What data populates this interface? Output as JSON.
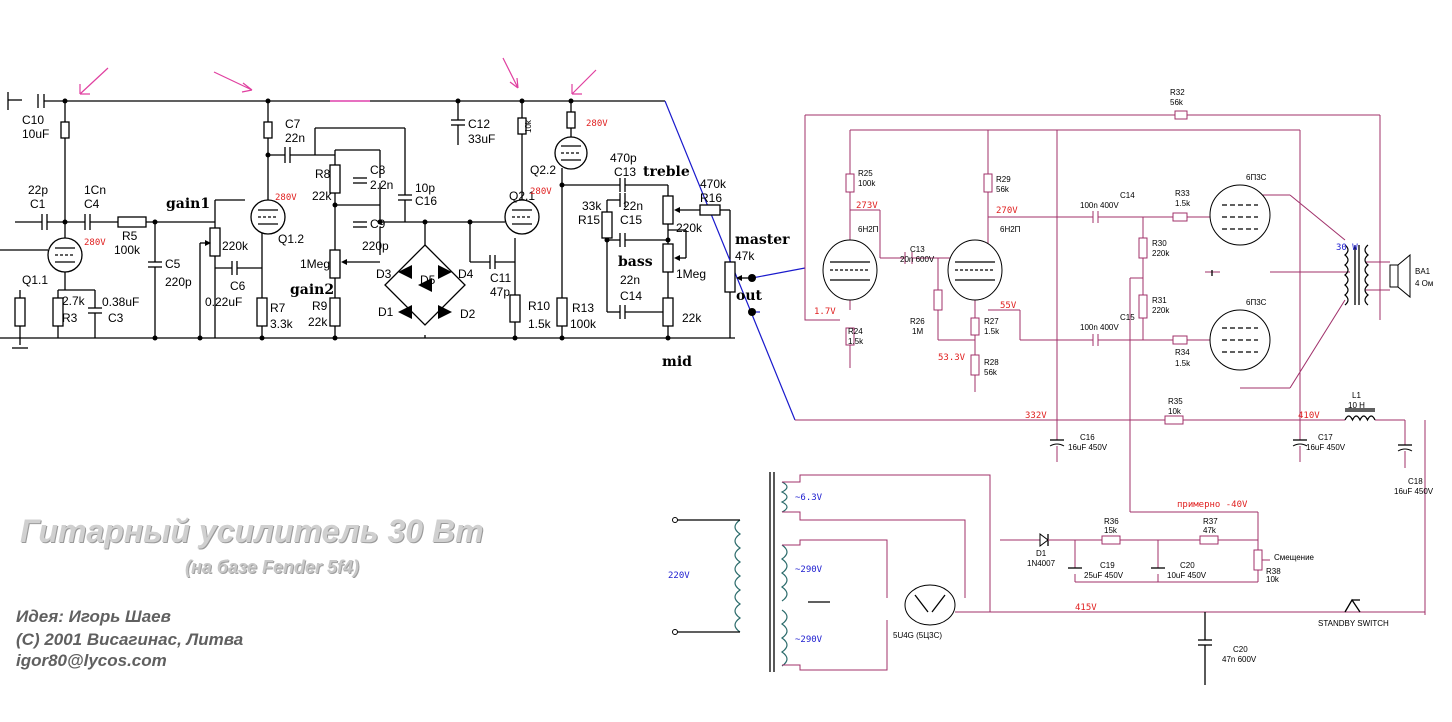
{
  "title": "Гитарный усилитель 30 Вт",
  "subtitle": "(на базе Fender 5f4)",
  "credits": {
    "idea": "Идея: Игорь Шаев",
    "copyright": "(C) 2001 Висагинас, Литва",
    "email": "igor80@lycos.com"
  },
  "preamp": {
    "c10": "C10",
    "c10v": "10uF",
    "c1v": "22p",
    "c1": "C1",
    "c4v": "1Cn",
    "c4": "C4",
    "r5": "R5",
    "r5v": "100k",
    "q11": "Q1.1",
    "r3v": "2.7k",
    "r3": "R3",
    "c3v": "0.38uF",
    "c3": "C3",
    "c5": "C5",
    "c5v": "220p",
    "gain1": "gain1",
    "pot1": "220k",
    "c6": "C6",
    "c6v": "0.22uF",
    "r7": "R7",
    "r7v": "3.3k",
    "q12": "Q1.2",
    "c7": "C7",
    "c7v": "22n",
    "r8": "R8",
    "r8v": "22k",
    "c8": "C8",
    "c8v": "2.2n",
    "c9": "C9",
    "c9v": "220p",
    "meg1": "1Meg",
    "gain2": "gain2",
    "r9": "R9",
    "r9v": "22k",
    "c16v": "10p",
    "c16": "C16",
    "c12": "C12",
    "c12v": "33uF",
    "d1": "D1",
    "d2": "D2",
    "d3": "D3",
    "d4": "D4",
    "d5": "D5",
    "c11": "C11",
    "c11v": "47p",
    "r10": "R10",
    "r10v": "1.5k",
    "q21": "Q2.1",
    "q22": "Q2.2",
    "c13v": "470p",
    "c13": "C13",
    "r15v": "33k",
    "r15": "R15",
    "c15v": "22n",
    "c15": "C15",
    "c14v": "22n",
    "c14": "C14",
    "treble": "treble",
    "bass": "bass",
    "mid": "mid",
    "pot_t": "220k",
    "pot_b": "1Meg",
    "pot_m": "22k",
    "r13": "R13",
    "r13v": "100k",
    "r16v": "470k",
    "r16": "R16",
    "master": "master",
    "masterv": "47k",
    "out": "out",
    "res10k": "10k",
    "v280a": "280V",
    "v280b": "280V",
    "v280c": "280V",
    "v280d": "280V"
  },
  "poweramp": {
    "r32": "R32",
    "r32v": "56k",
    "r25": "R25",
    "r25v": "100k",
    "r29": "R29",
    "r29v": "56k",
    "v273": "273V",
    "v270": "270V",
    "v17": "1.7V",
    "v55": "55V",
    "v533": "53.3V",
    "tube1": "6Н2П",
    "tube2": "6Н2П",
    "c13": "C13",
    "c13v": "20n 600V",
    "c14": "C14",
    "c14v": "100n 400V",
    "c15": "C15",
    "c15v": "100n 400V",
    "r33": "R33",
    "r33v": "1.5k",
    "r34": "R34",
    "r34v": "1.5k",
    "r30": "R30",
    "r30v": "220k",
    "r31": "R31",
    "r31v": "220k",
    "r24": "R24",
    "r24v": "1.5k",
    "r26": "R26",
    "r26v": "1M",
    "r27": "R27",
    "r27v": "1.5k",
    "r28": "R28",
    "r28v": "56k",
    "out1": "6П3С",
    "out2": "6П3С",
    "watts": "30 W",
    "ba1": "BA1",
    "ba1v": "4 Ом"
  },
  "supply": {
    "v332": "332V",
    "v410": "410V",
    "v415": "415V",
    "r35": "R35",
    "r35v": "10k",
    "l1": "L1",
    "l1v": "10 H",
    "c16": "C16",
    "c16v": "16uF 450V",
    "c17": "C17",
    "c17v": "16uF 450V",
    "c18": "C18",
    "c18v": "16uF 450V",
    "approx": "примерно -40V",
    "r36": "R36",
    "r36v": "15k",
    "r37": "R37",
    "r37v": "47k",
    "bias": "Смещение",
    "r38": "R38",
    "r38v": "10k",
    "d1": "D1",
    "d1v": "1N4007",
    "c19": "C19",
    "c19v": "25uF 450V",
    "c20": "C20",
    "c20v": "10uF 450V",
    "c20b": "C20",
    "c20bv": "47n 600V",
    "standby": "STANDBY SWITCH",
    "rect": "5U4G (5Ц3С)",
    "mains": "220V",
    "sec1": "~6.3V",
    "sec2": "~290V",
    "sec3": "~290V"
  }
}
